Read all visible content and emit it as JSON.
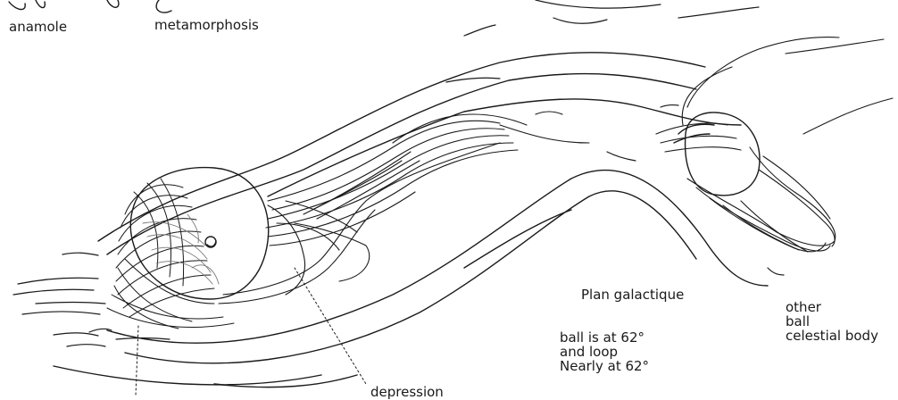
{
  "labels": {
    "anamole": "anamole",
    "metamorphosis": "metamorphosis",
    "plan": "Plan galactique",
    "ball_note": [
      "ball is at 62°",
      "and loop",
      "Nearly at 62°"
    ],
    "other": [
      "other",
      "ball",
      "celestial body"
    ],
    "depression": "depression"
  },
  "colors": {
    "ink": "#1a1a1a",
    "ink_light": "#666666",
    "background": "#ffffff"
  }
}
